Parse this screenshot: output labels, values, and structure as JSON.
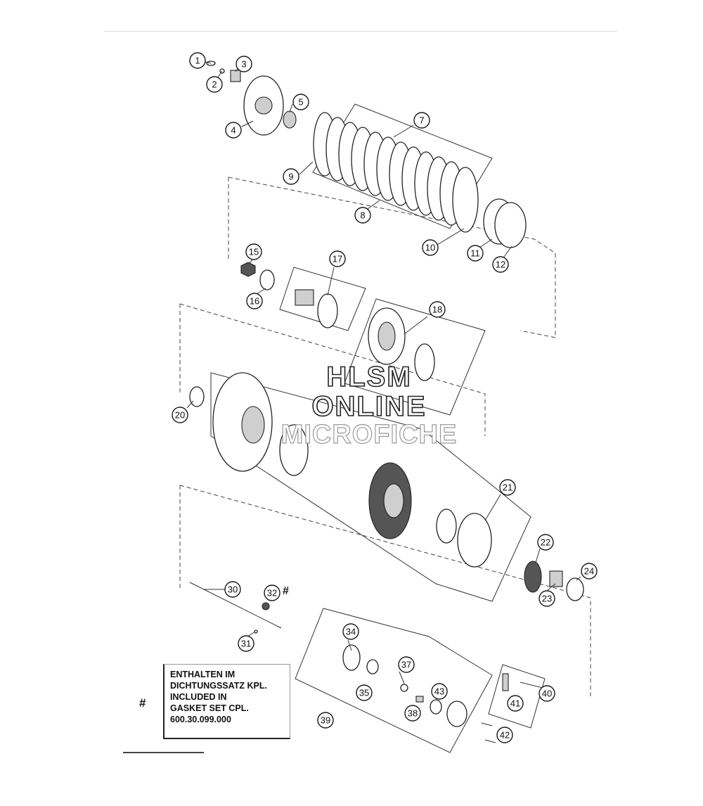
{
  "diagram": {
    "callouts": [
      "1",
      "2",
      "3",
      "4",
      "5",
      "7",
      "8",
      "9",
      "10",
      "11",
      "12",
      "15",
      "16",
      "17",
      "18",
      "20",
      "21",
      "22",
      "23",
      "24",
      "30",
      "31",
      "32",
      "34",
      "35",
      "37",
      "38",
      "39",
      "40",
      "41",
      "42",
      "43"
    ],
    "footnote_marker": "#",
    "note_lines": [
      "ENTHALTEN IM",
      "DICHTUNGSSATZ KPL.",
      "INCLUDED IN",
      "GASKET SET CPL.",
      "600.30.099.000"
    ]
  },
  "watermark": {
    "line1": "HLSM",
    "line2": "ONLINE",
    "line3": "MICROFICHE"
  },
  "colors": {
    "line": "#222222",
    "background": "#ffffff"
  }
}
